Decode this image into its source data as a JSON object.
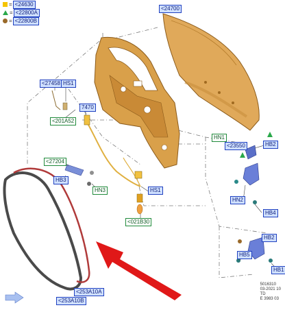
{
  "legend": [
    {
      "symbol": "yellow-square",
      "color": "#f5c400",
      "eq": "=",
      "code": "<24630"
    },
    {
      "symbol": "green-triangle",
      "color": "#2aa84a",
      "eq": "=",
      "code": "<22800A"
    },
    {
      "symbol": "brown-circle",
      "color": "#9a6a2a",
      "eq": "=",
      "code": "<22800B"
    }
  ],
  "callouts": {
    "c24700": "<24700",
    "c27458": "<27458",
    "hs1_top": "HS1",
    "c7470": "7470",
    "c201a52": "<201A52",
    "c27204": "<27204",
    "hb3": "HB3",
    "hn3": "HN3",
    "hs1_mid": "HS1",
    "c021b30": "<021B30",
    "hn1": "HN1",
    "c23550": "<23550",
    "hb2_top": "HB2",
    "hn2": "HN2",
    "hb4": "HB4",
    "hb2_low": "HB2",
    "hb5": "HB5",
    "hb1": "HB1",
    "c253a10a": "<253A10A",
    "c253a10b": "<253A10B"
  },
  "footer": {
    "line1": "5016310",
    "line2": "03-2021 10",
    "line3": "TD",
    "line4": "E 3983 03"
  },
  "colors": {
    "door_fill": "#d9a04a",
    "door_edge": "#8a5a1a",
    "skin_fill": "#e0a95a",
    "seal_outer": "#4a4a4a",
    "seal_inner": "#b03a3a",
    "arrow": "#e01818",
    "hinge": "#5a6fc8",
    "cable": "#e0b040",
    "dash": "#777777"
  }
}
